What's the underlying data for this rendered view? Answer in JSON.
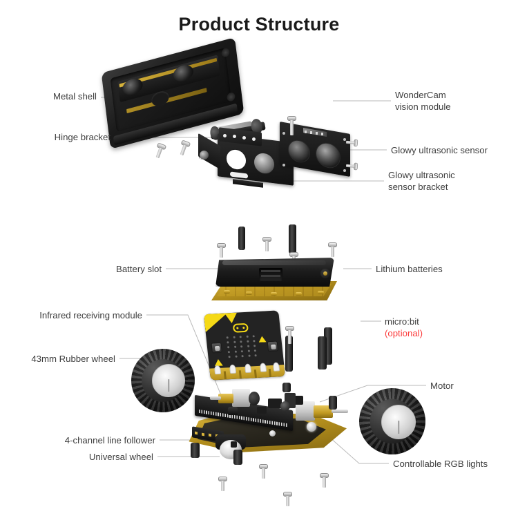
{
  "page": {
    "title": "Product Structure",
    "background_color": "#ffffff",
    "text_color": "#3d3d3d",
    "accent_color": "#fb3b3b",
    "leader_line_color": "#b9b9b9"
  },
  "labels": {
    "metal_shell": "Metal shell",
    "hinge_bracket": "Hinge bracket",
    "wondercam_line1": "WonderCam",
    "wondercam_line2": "vision module",
    "glowy_ultrasonic_sensor": "Glowy ultrasonic sensor",
    "glowy_bracket_line1": "Glowy ultrasonic",
    "glowy_bracket_line2": "sensor bracket",
    "battery_slot": "Battery slot",
    "lithium_batteries": "Lithium batteries",
    "infrared_receiving_module": "Infrared receiving module",
    "microbit": "micro:bit",
    "microbit_optional": "(optional)",
    "rubber_wheel": "43mm Rubber wheel",
    "motor": "Motor",
    "line_follower": "4-channel line follower",
    "universal_wheel": "Universal wheel",
    "rgb_lights": "Controllable RGB lights"
  },
  "parts": {
    "top_assembly": [
      "metal-shell",
      "hinge-bracket",
      "wondercam-vision-module",
      "glowy-ultrasonic-sensor",
      "glowy-ultrasonic-sensor-bracket",
      "screws"
    ],
    "middle_assembly": [
      "battery-slot",
      "lithium-batteries",
      "battery-pcb",
      "standoffs",
      "screws"
    ],
    "lower_assembly": [
      "microbit-board",
      "infrared-receiving-module",
      "chassis-pcb",
      "motors",
      "rubber-wheels",
      "universal-wheel",
      "rgb-lights",
      "line-follower-sensor",
      "standoffs",
      "screws"
    ]
  }
}
